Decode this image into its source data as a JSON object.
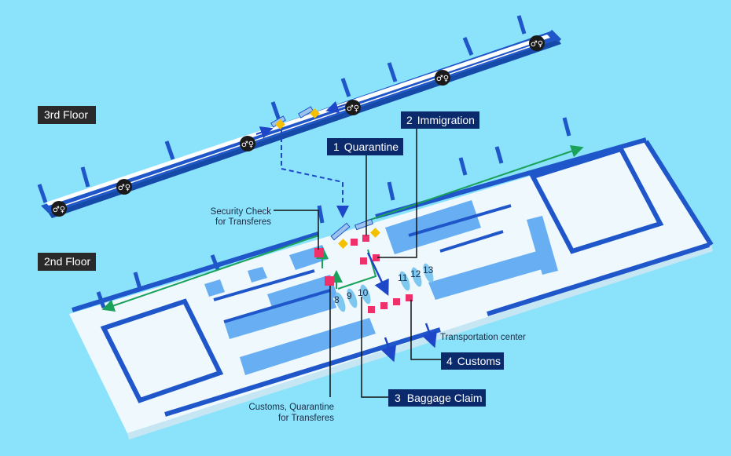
{
  "floors": {
    "third": "3rd Floor",
    "second": "2nd Floor"
  },
  "steps": [
    {
      "num": "1",
      "label": "Quarantine"
    },
    {
      "num": "2",
      "label": "Immigration"
    },
    {
      "num": "3",
      "label": "Baggage Claim"
    },
    {
      "num": "4",
      "label": "Customs"
    }
  ],
  "notes": {
    "security_line1": "Security Check",
    "security_line2": "for Transferes",
    "customs_line1": "Customs, Quarantine",
    "customs_line2": "for Transferes",
    "transport": "Transportation center"
  },
  "carousels": [
    "8",
    "9",
    "10",
    "11",
    "12",
    "13"
  ],
  "icons": {
    "restroom": "restroom-icon",
    "escalator": "escalator-icon",
    "no_entry": "no-entry-icon",
    "counter": "counter-icon"
  },
  "colors": {
    "background": "#8be3fb",
    "floor": "#eef8fd",
    "wall": "#1f56c9",
    "wall_light": "#67aef3",
    "label_bg": "#0b2a6b",
    "floor_label_bg": "#2a2a2a",
    "route_green": "#1aa15a",
    "route_blue": "#1d46c8",
    "counter_pink": "#f0306b",
    "carousel": "#7ec7ef",
    "restroom_bg": "#1a1a1a",
    "no_entry": "#f5c000"
  }
}
